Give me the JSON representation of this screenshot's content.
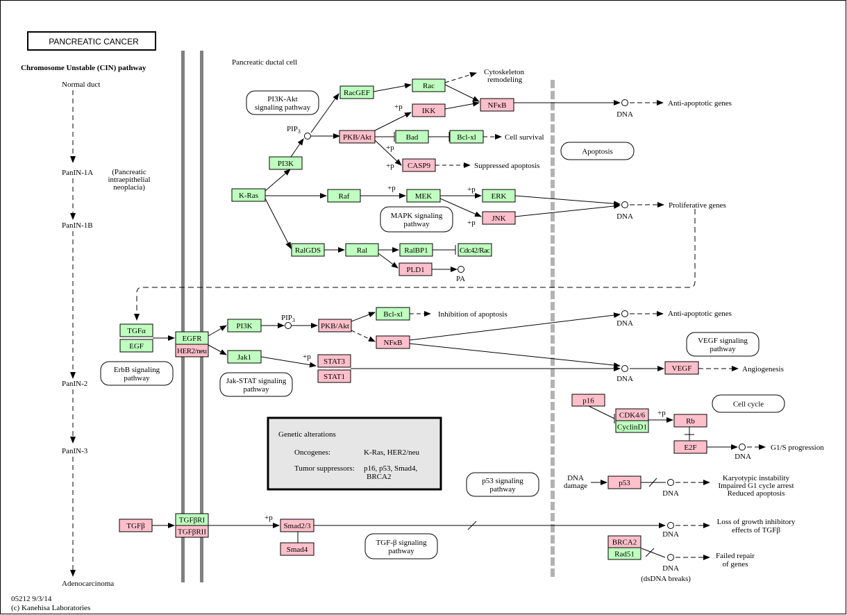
{
  "title": "PANCREATIC CANCER",
  "pathway_header": "Chromosome Unstable (CIN) pathway",
  "cell_label": "Pancreatic ductal cell",
  "stages": {
    "normal": "Normal duct",
    "panin1a": "PanIN-1A",
    "panin1a_note": [
      "(Pancreatic",
      "intraepithelial",
      "neoplacia)"
    ],
    "panin1b": "PanIN-1B",
    "panin2": "PanIN-2",
    "panin3": "PanIN-3",
    "adeno": "Adenocarcinoma"
  },
  "footer": {
    "code": "05212 9/3/14",
    "copyright": "(c) Kanehisa Laboratories"
  },
  "colors": {
    "green": "#bfffbf",
    "pink": "#ffc0cb",
    "red_text": "#ff0000",
    "membrane": "#808080",
    "nucleus": "#b3b3b3",
    "legend_bg": "#e6e6e6"
  },
  "genes": {
    "racgef": "RacGEF",
    "rac": "Rac",
    "nfkb1": "NFκB",
    "ikk": "IKK",
    "pkbakt1": "PKB/Akt",
    "bad": "Bad",
    "bclxl1": "Bcl-xl",
    "casp9": "CASP9",
    "pi3k1": "PI3K",
    "kras": "K-Ras",
    "raf": "Raf",
    "mek": "MEK",
    "erk": "ERK",
    "jnk": "JNK",
    "ralgds": "RalGDS",
    "ral": "Ral",
    "ralbp1": "RalBP1",
    "cdc42rac": "Cdc42/Rac",
    "pld1": "PLD1",
    "tgfa": "TGFα",
    "egf": "EGF",
    "egfr": "EGFR",
    "her2": "HER2/neu",
    "pi3k2": "PI3K",
    "pkbakt2": "PKB/Akt",
    "bclxl2": "Bcl-xl",
    "nfkb2": "NFκB",
    "jak1": "Jak1",
    "stat3": "STAT3",
    "stat1": "STAT1",
    "vegf": "VEGF",
    "p16": "p16",
    "cdk46": "CDK4/6",
    "cyclind1": "CyclinD1",
    "rb": "Rb",
    "e2f": "E2F",
    "p53": "p53",
    "tgfb": "TGFβ",
    "tgfbr1": "TGFβRI",
    "tgfbr2": "TGFβRII",
    "smad23": "Smad2/3",
    "smad4": "Smad4",
    "brca2": "BRCA2",
    "rad51": "Rad51"
  },
  "pathways": {
    "pi3k_akt": [
      "PI3K-Akt",
      "signaling pathway"
    ],
    "apoptosis": [
      "Apoptosis"
    ],
    "mapk": [
      "MAPK signaling",
      "pathway"
    ],
    "erbb": [
      "ErbB signaling",
      "pathway"
    ],
    "jak_stat": [
      "Jak-STAT signaling",
      "pathway"
    ],
    "vegf": [
      "VEGF signaling",
      "pathway"
    ],
    "cell_cycle": [
      "Cell cycle"
    ],
    "p53": [
      "p53 signaling",
      "pathway"
    ],
    "tgfb": [
      "TGF-β signaling",
      "pathway"
    ]
  },
  "labels": {
    "pip3_1": "PIP",
    "pip3_2": "PIP",
    "pip3_sub": "3",
    "cytoskeleton": [
      "Cytoskeleton",
      "remodeling"
    ],
    "dna": "DNA",
    "anti_apoptotic_1": "Anti-apoptotic genes",
    "anti_apoptotic_2": "Anti-apoptotic genes",
    "cell_survival": "Cell survival",
    "suppressed_apoptosis": "Suppressed apoptosis",
    "proliferative": "Proliferative genes",
    "pa": "PA",
    "inhibition": "Inhibition of apoptosis",
    "angiogenesis": "Angiogenesis",
    "g1s": "G1/S progression",
    "dna_damage": [
      "DNA",
      "damage"
    ],
    "karyotypic": [
      "Karyotypic instability",
      "Impaired G1 cycle arrest",
      "Reduced apoptosis"
    ],
    "loss_growth": [
      "Loss of growth inhibitory",
      "effects of TGFβ"
    ],
    "failed_repair": [
      "Failed repair",
      "of genes"
    ],
    "dsdna": "(dsDNA breaks)",
    "plus_p": "+p"
  },
  "legend": {
    "title": "Genetic alterations",
    "oncogenes_label": "Oncogenes:",
    "oncogenes_value": "K-Ras, HER2/neu",
    "suppressors_label": "Tumor suppressors:",
    "suppressors_value": [
      "p16, p53, Smad4,",
      "BRCA2"
    ]
  }
}
